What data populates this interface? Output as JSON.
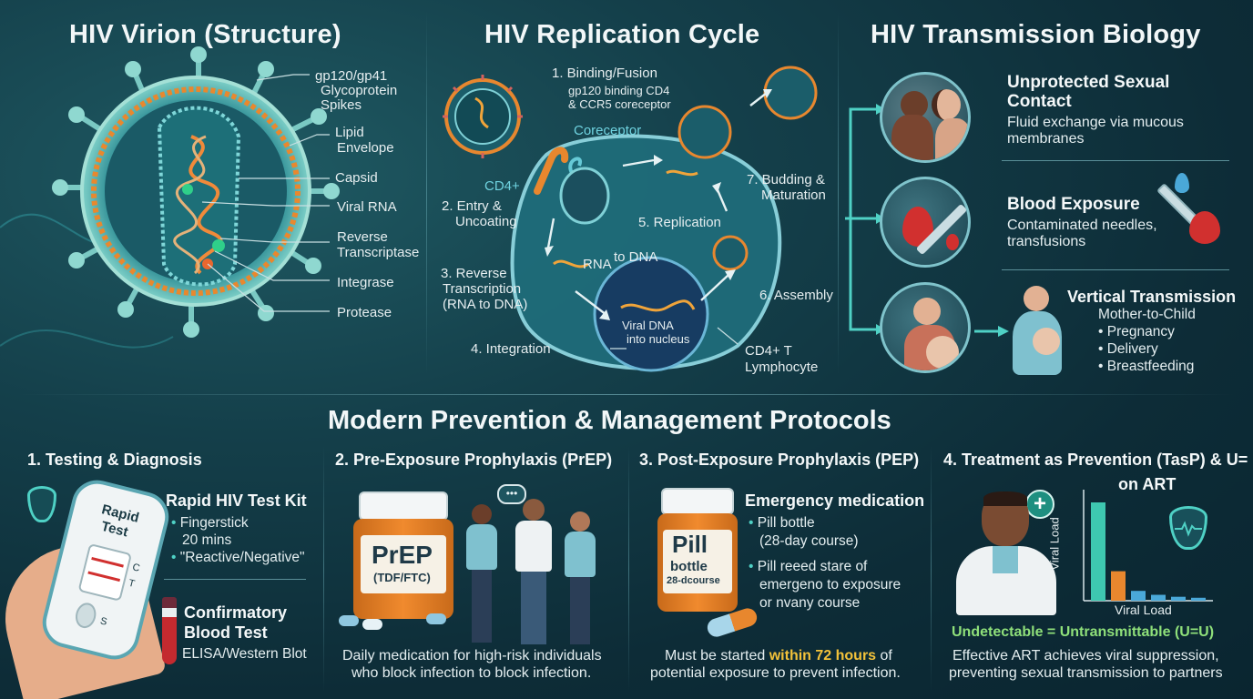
{
  "virion": {
    "title": "HIV Virion (Structure)",
    "labels": {
      "gp_line1": "gp120/gp41",
      "gp_line2": "Glycoprotein",
      "gp_line3": "Spikes",
      "lipid_line1": "Lipid",
      "lipid_line2": "Envelope",
      "capsid": "Capsid",
      "rna": "Viral RNA",
      "rt_line1": "Reverse",
      "rt_line2": "Transcriptase",
      "integrase": "Integrase",
      "protease": "Protease"
    }
  },
  "replication": {
    "title": "HIV Replication Cycle",
    "step1": "1. Binding/Fusion",
    "step1_sub1": "gp120 binding CD4",
    "step1_sub2": "& CCR5 coreceptor",
    "coreceptor": "Coreceptor",
    "cd4": "CD4+",
    "step2_line1": "2. Entry &",
    "step2_line2": "Uncoating",
    "step3_line1": "3. Reverse",
    "step3_line2": "Transcription",
    "step3_line3": "(RNA to DNA)",
    "rna_to_dna_1": "RNA",
    "rna_to_dna_2": "to DNA",
    "nucleus_line1": "Viral DNA",
    "nucleus_line2": "into nucleus",
    "step4": "4. Integration",
    "step5": "5. Replication",
    "step6": "6. Assembly",
    "step7_line1": "7. Budding &",
    "step7_line2": "Maturation",
    "cell_line1": "CD4+ T",
    "cell_line2": "Lymphocyte"
  },
  "transmission": {
    "title": "HIV Transmission Biology",
    "sexual_title1": "Unprotected Sexual",
    "sexual_title2": "Contact",
    "sexual_desc1": "Fluid exchange via mucous",
    "sexual_desc2": "membranes",
    "blood_title": "Blood Exposure",
    "blood_desc1": "Contaminated needles,",
    "blood_desc2": "transfusions",
    "vertical_title": "Vertical Transmission",
    "vertical_sub": "Mother-to-Child",
    "vertical_items": [
      "Pregnancy",
      "Delivery",
      "Breastfeeding"
    ]
  },
  "prevention": {
    "title": "Modern Prevention & Management Protocols",
    "testing": {
      "title": "1. Testing & Diagnosis",
      "kit_label1": "Rapid",
      "kit_label2": "Test",
      "kit_c": "C",
      "kit_t": "T",
      "kit_s": "S",
      "kit_title": "Rapid HIV Test Kit",
      "kit_items": [
        "Fingerstick",
        "20 mins",
        "\"Reactive/Negative\""
      ],
      "confirm_title1": "Confirmatory",
      "confirm_title2": "Blood Test",
      "confirm_desc": "ELISA/Western Blot"
    },
    "prep": {
      "title": "2. Pre-Exposure Prophylaxis (PrEP)",
      "bottle_label": "PrEP",
      "bottle_sub": "(TDF/FTC)",
      "desc1": "Daily medication for high-risk individuals",
      "desc2": "who block infection to block infection."
    },
    "pep": {
      "title": "3. Post-Exposure Prophylaxis (PEP)",
      "bottle_label1": "Pill",
      "bottle_label2": "bottle",
      "bottle_label3": "28-dcourse",
      "med_title": "Emergency medication",
      "item1_line1": "Pill bottle",
      "item1_line2": "(28-day course)",
      "item2_line1": "Pill reeed stare of",
      "item2_line2": "emergeno to exposure",
      "item2_line3": "or nvany course",
      "desc_prefix": "Must be started ",
      "desc_highlight": "within 72 hours",
      "desc_suffix": " of",
      "desc2": "potential exposure to prevent infection."
    },
    "tasp": {
      "title1": "4. Treatment as Prevention (TasP) & U=",
      "title2": "on ART",
      "y_axis": "Viral Load",
      "x_axis": "Viral Load",
      "uu": "Undetectable = Untransmittable (U=U)",
      "desc1": "Effective ART achieves viral suppression,",
      "desc2": "preventing sexual transmission to partners",
      "bar_levels": [
        1.0,
        0.3,
        0.1,
        0.06,
        0.04,
        0.03
      ]
    }
  },
  "colors": {
    "accent_teal": "#4fd1c5",
    "accent_orange": "#e8872e",
    "highlight_yellow": "#f3c23a",
    "uu_green": "#8fe07a"
  }
}
